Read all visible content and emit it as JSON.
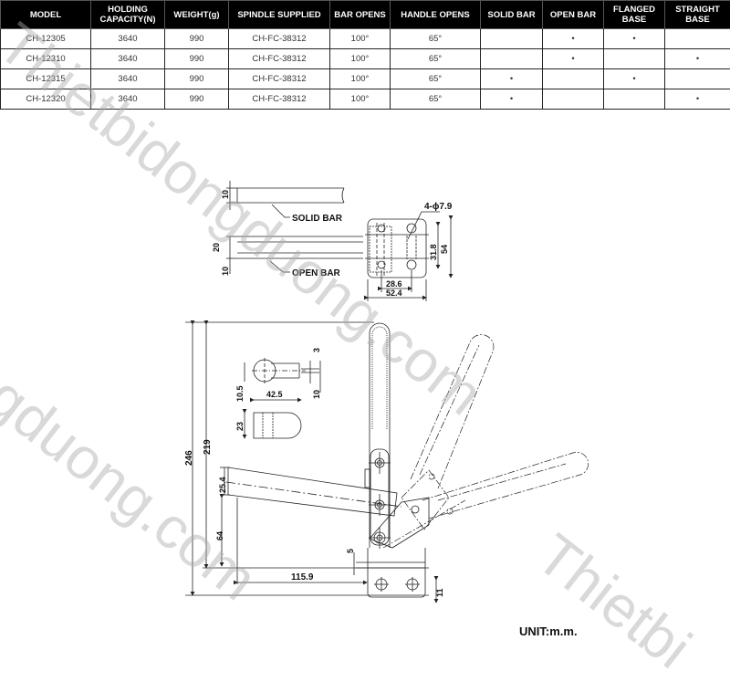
{
  "table": {
    "headers": [
      "MODEL",
      "HOLDING CAPACITY(N)",
      "WEIGHT(g)",
      "SPINDLE SUPPLIED",
      "BAR OPENS",
      "HANDLE OPENS",
      "SOLID BAR",
      "OPEN BAR",
      "FLANGED BASE",
      "STRAIGHT BASE"
    ],
    "rows": [
      {
        "model": "CH-12305",
        "capacity": "3640",
        "weight": "990",
        "spindle": "CH-FC-38312",
        "bar_opens": "100°",
        "handle_opens": "65°",
        "solid_bar": "",
        "open_bar": "•",
        "flanged_base": "•",
        "straight_base": ""
      },
      {
        "model": "CH-12310",
        "capacity": "3640",
        "weight": "990",
        "spindle": "CH-FC-38312",
        "bar_opens": "100°",
        "handle_opens": "65°",
        "solid_bar": "",
        "open_bar": "•",
        "flanged_base": "",
        "straight_base": "•"
      },
      {
        "model": "CH-12315",
        "capacity": "3640",
        "weight": "990",
        "spindle": "CH-FC-38312",
        "bar_opens": "100°",
        "handle_opens": "65°",
        "solid_bar": "•",
        "open_bar": "",
        "flanged_base": "•",
        "straight_base": ""
      },
      {
        "model": "CH-12320",
        "capacity": "3640",
        "weight": "990",
        "spindle": "CH-FC-38312",
        "bar_opens": "100°",
        "handle_opens": "65°",
        "solid_bar": "•",
        "open_bar": "",
        "flanged_base": "",
        "straight_base": "•"
      }
    ]
  },
  "drawing": {
    "labels": {
      "solid_bar": "SOLID BAR",
      "open_bar": "OPEN BAR",
      "holes": "4-ϕ7.9"
    },
    "dimensions": {
      "solid_bar_thickness": "10",
      "open_bar_width": "20",
      "open_bar_thickness": "10",
      "base_hole_pitch_v": "31.8",
      "base_height": "54",
      "base_hole_pitch_h": "28.6",
      "base_width": "52.4",
      "slot_width": "3",
      "slot_radius": "10.5",
      "slot_thickness": "10",
      "arm_length": "42.5",
      "arm_height": "23",
      "overall_height": "246",
      "spindle_height": "219",
      "handle_width": "25.4",
      "handle_height": "64",
      "reach": "115.9",
      "gap": "5",
      "base_thickness": "11"
    },
    "unit": "UNIT:m.m."
  },
  "watermark": {
    "text_1": "Thietbidongduong.com",
    "text_2": "ngduong.com",
    "text_3": "Thietbi"
  }
}
